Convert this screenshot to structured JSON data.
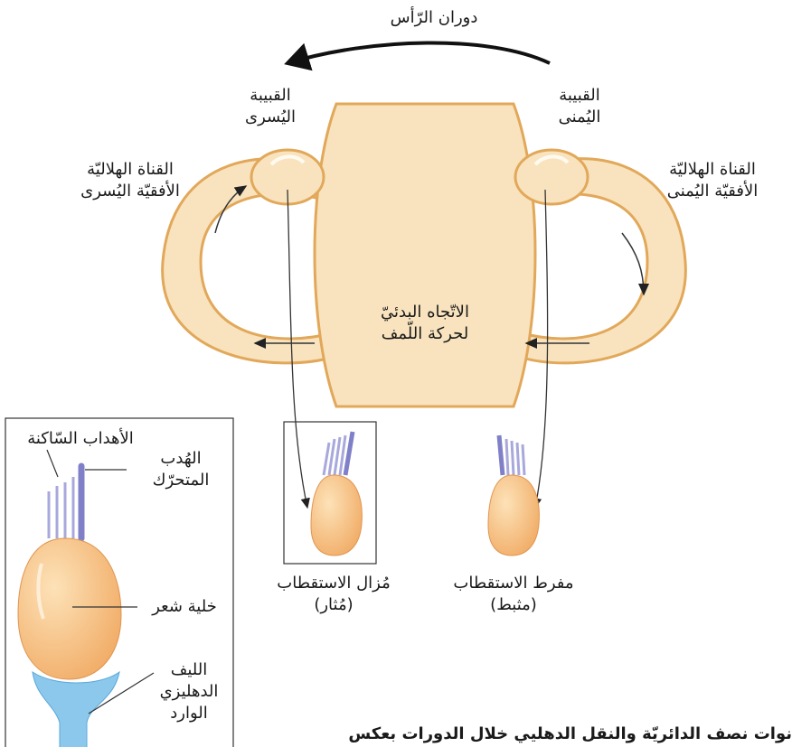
{
  "title_rotation": "دوران الرّأس",
  "labels": {
    "left_ampulla": [
      "القبيبة",
      "اليُسرى"
    ],
    "right_ampulla": [
      "القبيبة",
      "اليُمنى"
    ],
    "left_canal": [
      "القناة الهلاليّة",
      "الأفقيّة اليُسرى"
    ],
    "right_canal": [
      "القناة الهلاليّة",
      "الأفقيّة اليُمنى"
    ],
    "endolymph_direction": [
      "الاتّجاه البدئيّ",
      "لحركة اللّمف"
    ],
    "hyperpolarized": [
      "مفرط الاستقطاب",
      "(مثبط)"
    ],
    "depolarized": [
      "مُزال الاستقطاب",
      "(مُثار)"
    ]
  },
  "inset": {
    "stereocilia": "الأهداب السّاكنة",
    "kinocilium": [
      "الهُدب",
      "المتحرّك"
    ],
    "hair_cell": "خلية شعر",
    "afferent_fiber": [
      "الليف",
      "الدهليزي",
      "الوارد"
    ]
  },
  "caption": "نوات نصف الدائريّة والنقل الدهليي خلال الدورات بعكس",
  "colors": {
    "canal_fill": "#f8e3be",
    "canal_stroke": "#e2a85a",
    "cell_fill": "#f5b870",
    "kinocilium": "#8080c8",
    "stereocilia": "#a8a8dc",
    "nerve": "#8cc8ec"
  }
}
